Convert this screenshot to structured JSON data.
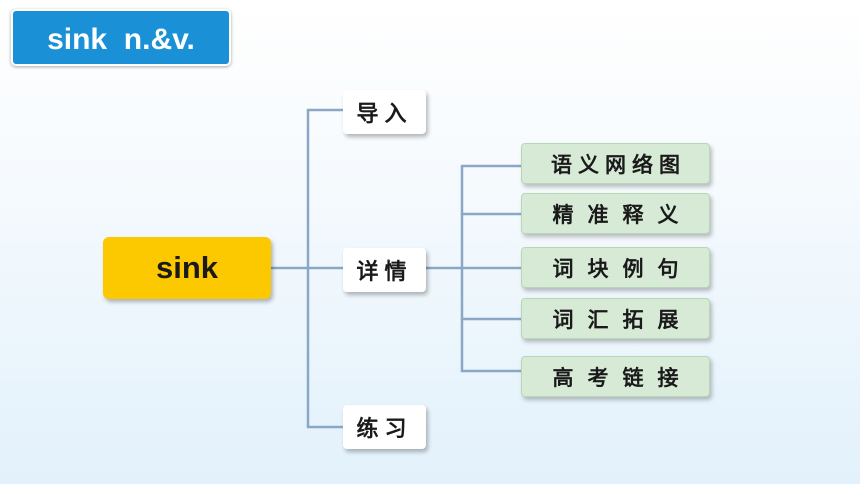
{
  "title": "sink  n.&v.",
  "root": {
    "label": "sink"
  },
  "branches": [
    {
      "label": "导入"
    },
    {
      "label": "详情"
    },
    {
      "label": "练习"
    }
  ],
  "details": [
    {
      "label": "语义网络图"
    },
    {
      "label": "精准释义"
    },
    {
      "label": "词块例句"
    },
    {
      "label": "词汇拓展"
    },
    {
      "label": "高考链接"
    }
  ],
  "colors": {
    "title_bg": "#1a91d6",
    "root_bg": "#fcc800",
    "leaf_bg": "#d6ead6",
    "connector": "#8aa7c6"
  }
}
